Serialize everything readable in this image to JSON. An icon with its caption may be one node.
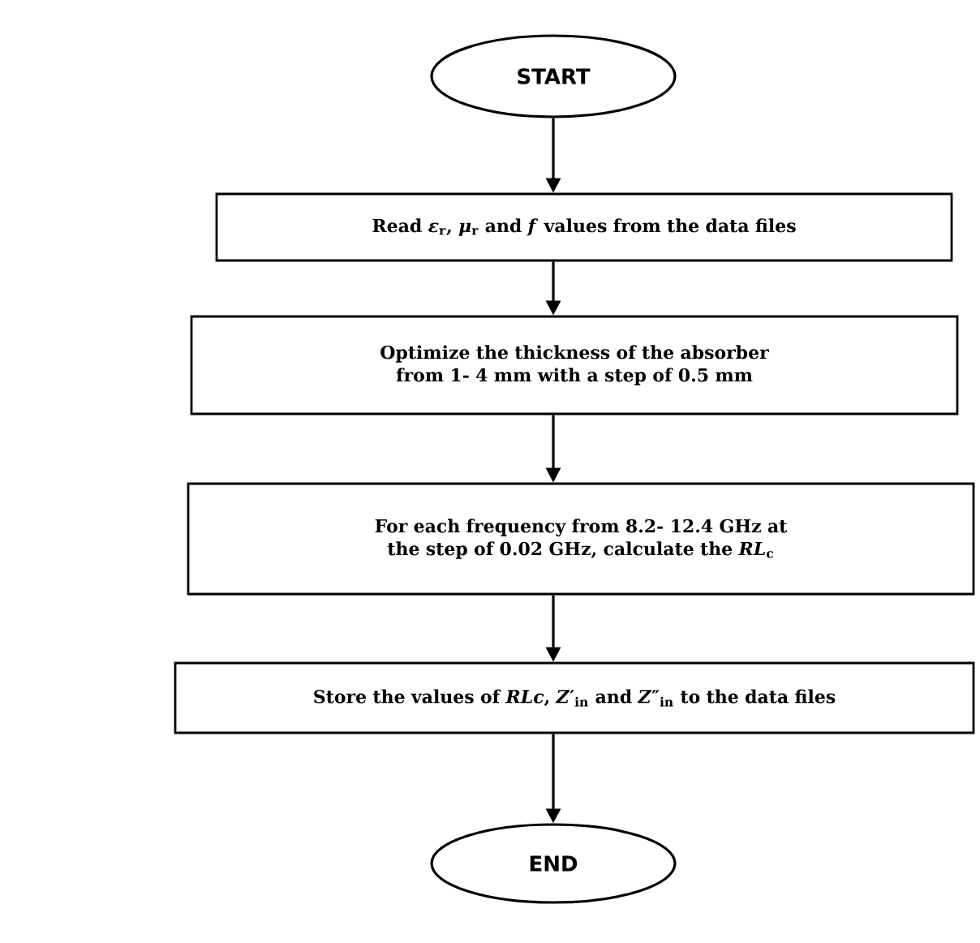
{
  "diagram": {
    "nodes": [
      {
        "text": [
          "START"
        ]
      },
      {
        "text": [
          "Read *ε*$_{r}$, *μ*$_{r}$ and *f* values from the data files"
        ]
      },
      {
        "text": [
          "Optimize the thickness of the absorber from 1- 4 mm with a step of 0.5 mm"
        ]
      },
      {
        "text": [
          "For each frequency from 8.2- 12.4 GHz at the step of 0.02 GHz, calculate the *RL*$_{c}$"
        ]
      },
      {
        "text": [
          "Store the values of *RLc*, *Z*′$_{in}$ and *Z*″$_{in}$ to the data files"
        ]
      },
      {
        "text": [
          "END"
        ]
      }
    ],
    "edges": [
      {
        "from": 0,
        "to": 1,
        "arrow": "to"
      },
      {
        "from": 1,
        "to": 2,
        "arrow": "to"
      },
      {
        "from": 2,
        "to": 3,
        "arrow": "to"
      },
      {
        "from": 3,
        "to": 4,
        "arrow": "to"
      },
      {
        "from": 4,
        "to": 5,
        "arrow": "to"
      }
    ]
  }
}
